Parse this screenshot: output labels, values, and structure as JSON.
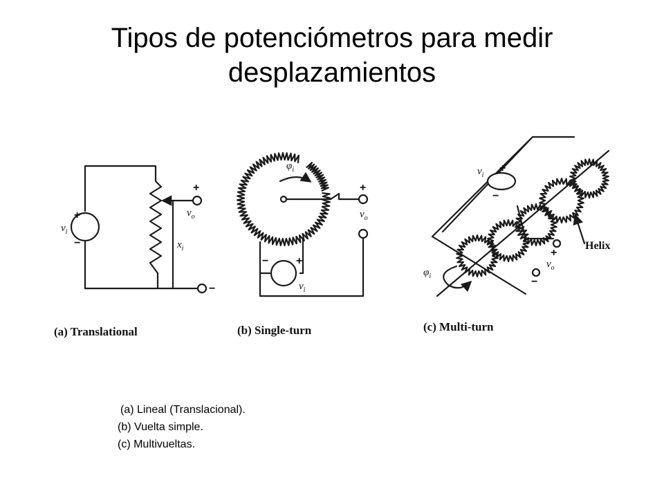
{
  "slide": {
    "title_line1": "Tipos de potenciómetros para medir",
    "title_line2": "desplazamientos"
  },
  "diagram": {
    "panel_a": {
      "caption": "(a) Translational",
      "source": "v",
      "source_sub": "i",
      "output": "v",
      "output_sub": "o",
      "position": "x",
      "position_sub": "i",
      "plus": "+",
      "minus": "−"
    },
    "panel_b": {
      "caption": "(b) Single-turn",
      "angle": "φ",
      "angle_sub": "i",
      "source": "v",
      "source_sub": "i",
      "output": "v",
      "output_sub": "o",
      "plus": "+",
      "minus": "−"
    },
    "panel_c": {
      "caption": "(c) Multi-turn",
      "angle": "φ",
      "angle_sub": "i",
      "source": "v",
      "source_sub": "i",
      "output": "v",
      "output_sub": "o",
      "helix_label": "Helix",
      "plus": "+",
      "minus": "−"
    }
  },
  "captions": [
    "(a) Lineal (Translacional).",
    "(b) Vuelta simple.",
    "(c) Multivueltas."
  ]
}
